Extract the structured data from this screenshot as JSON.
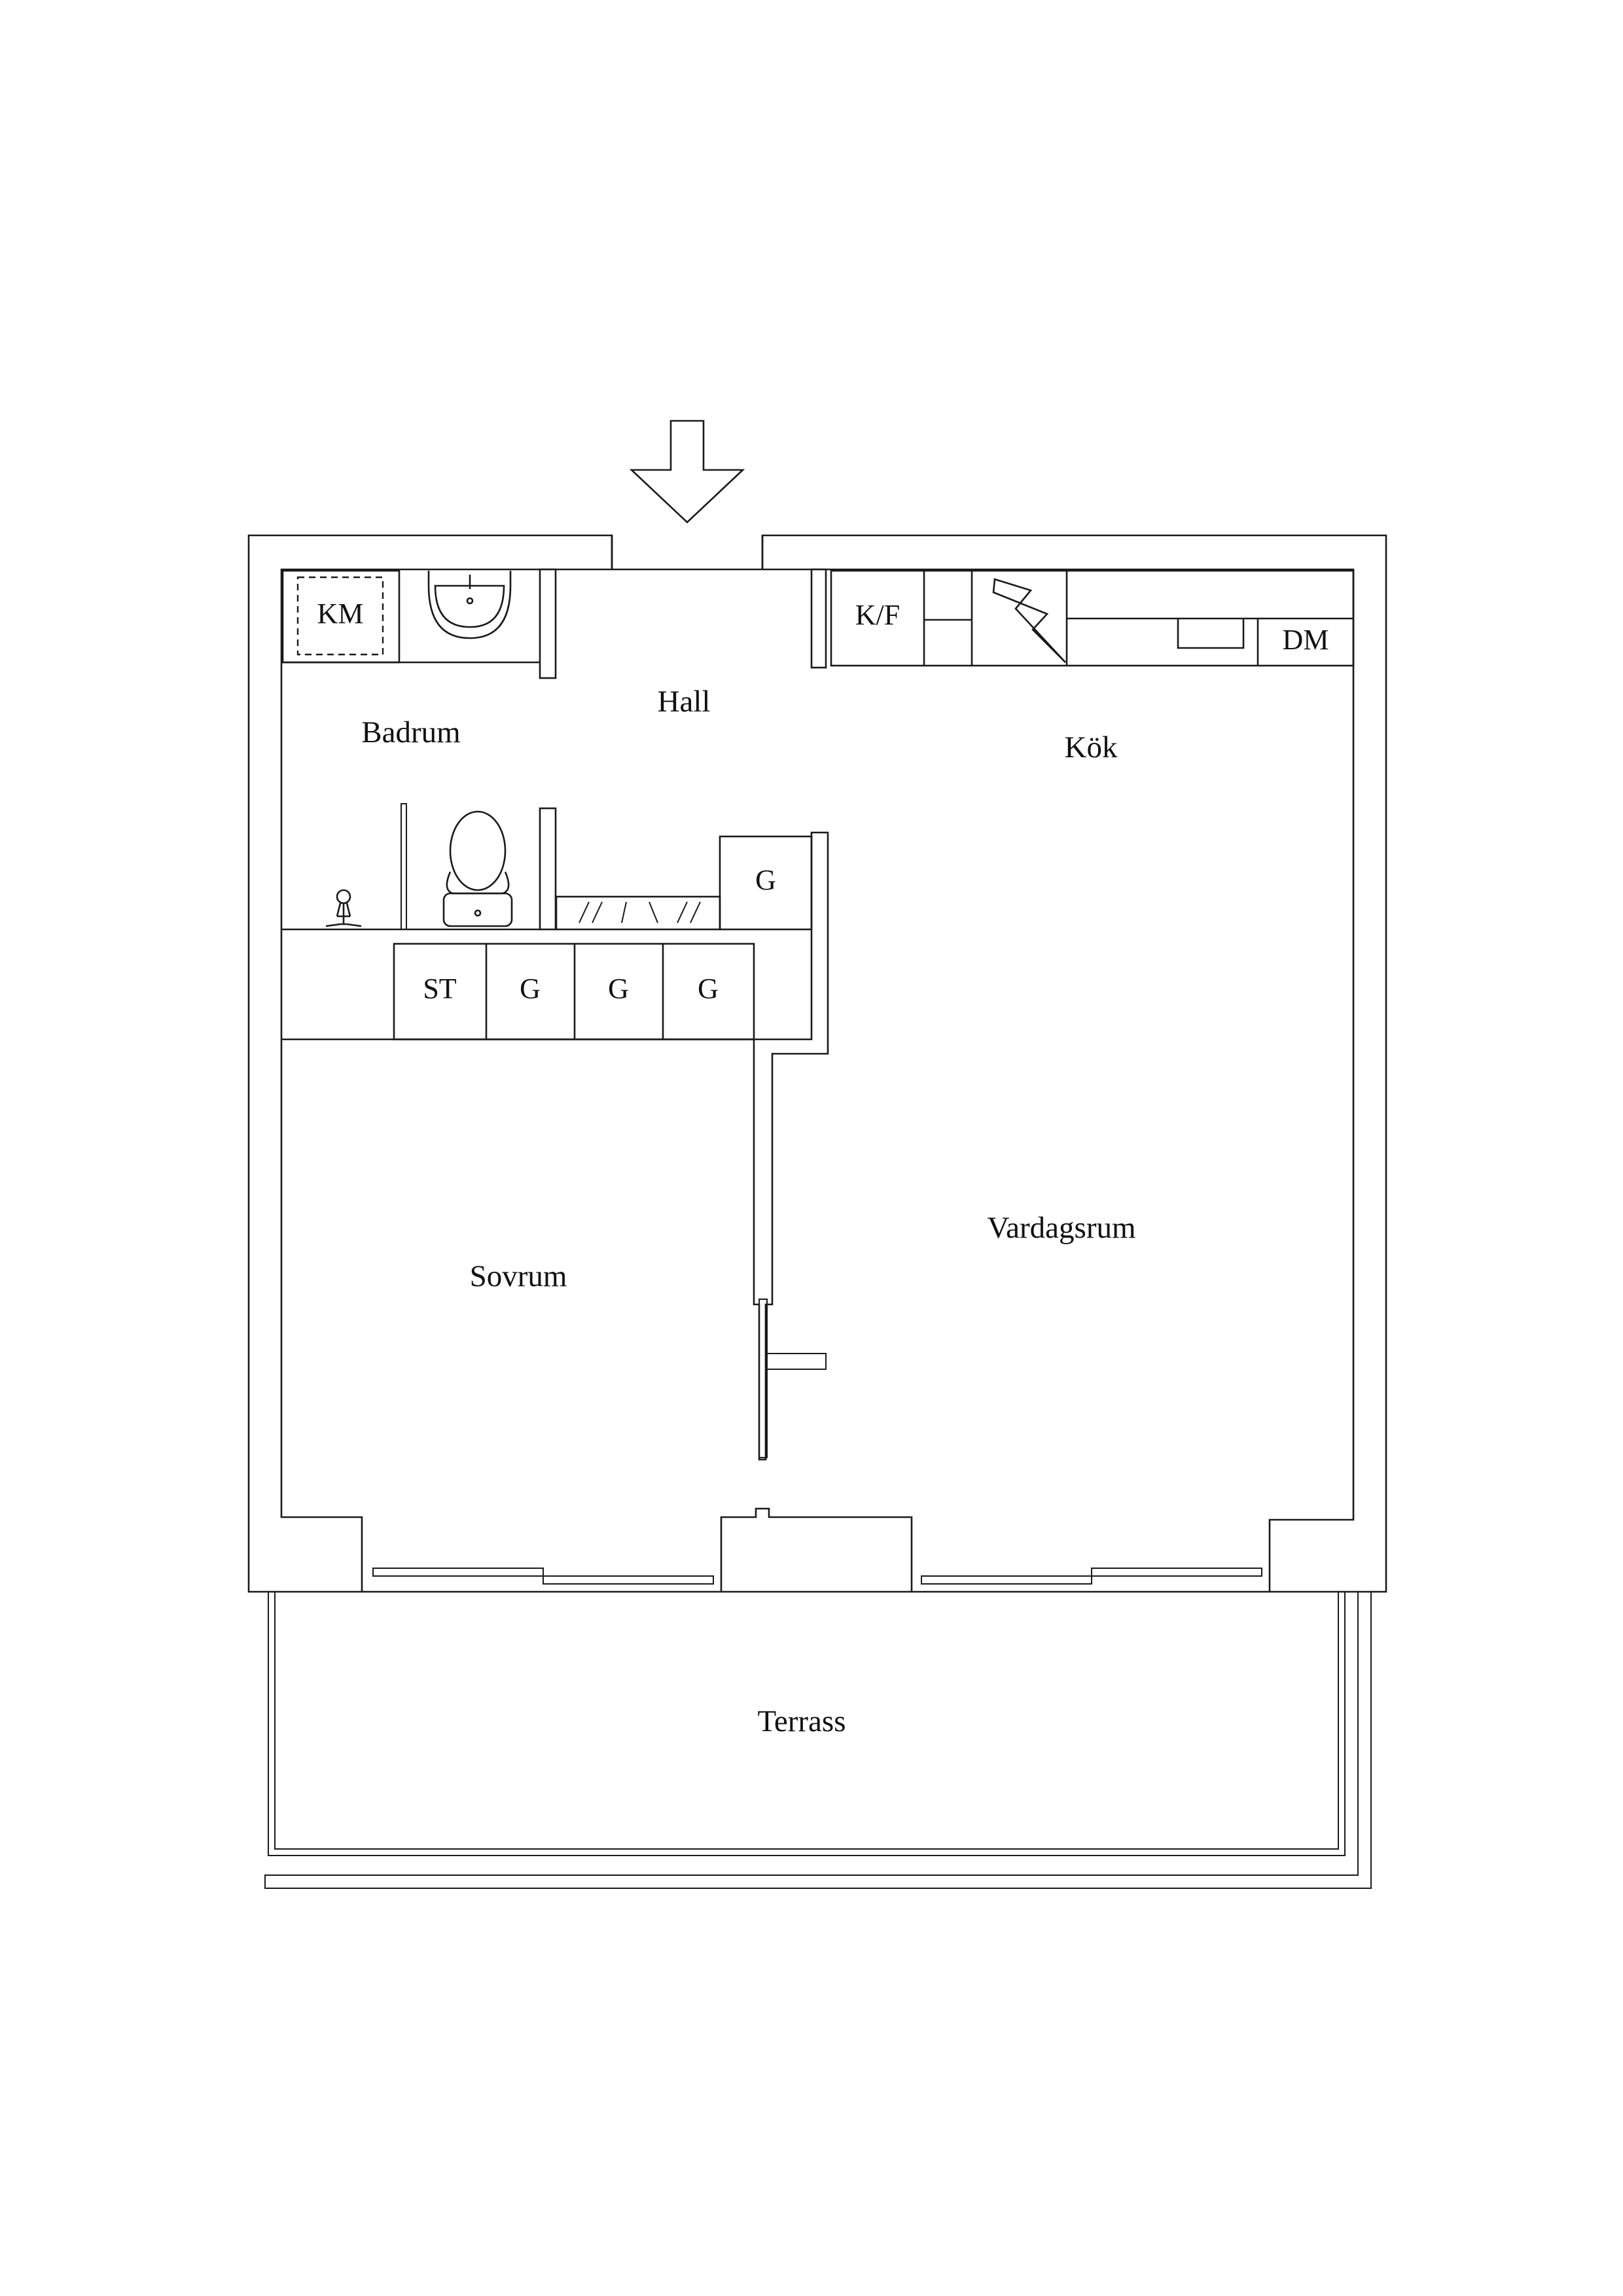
{
  "rooms": {
    "badrum": "Badrum",
    "hall": "Hall",
    "kok": "Kök",
    "sovrum": "Sovrum",
    "vardagsrum": "Vardagsrum",
    "terrass": "Terrass"
  },
  "fixtures": {
    "km": "KM",
    "kf": "K/F",
    "dm": "DM",
    "st": "ST",
    "g_hall": "G",
    "g_1": "G",
    "g_2": "G",
    "g_3": "G"
  },
  "icons": {
    "entrance": "entrance-arrow-icon",
    "sink": "sink-icon",
    "toilet": "toilet-icon",
    "shower": "shower-icon",
    "stove": "stove-icon",
    "kitchen_sink": "kitchen-sink-icon"
  }
}
